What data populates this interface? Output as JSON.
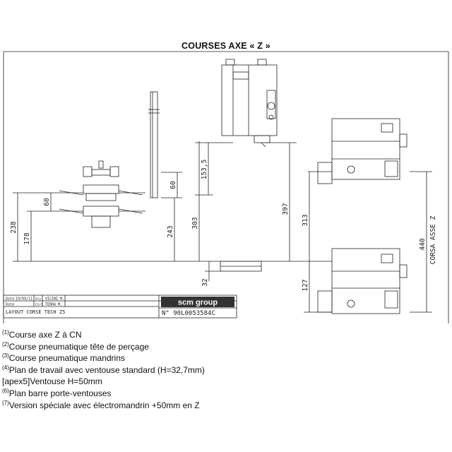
{
  "title": "COURSES AXE « Z »",
  "dimensions": {
    "d60_left": "60",
    "d238": "238",
    "d178": "178",
    "d60_mid": "60",
    "d243": "243",
    "d303": "303",
    "d153_5": "153,5",
    "d397": "397",
    "d32": "32",
    "d313": "313",
    "d127": "127",
    "d440": "440",
    "corsa": "CORSA ASSE Z"
  },
  "title_block": {
    "row1_label": "Data",
    "row1_date": "19/09/11",
    "row1_field": "Dis.",
    "row1_name": "VICINI M.",
    "row2_label": "Data",
    "row2_field": "Ctrl.",
    "row2_name": "TERRA M.",
    "logo": "scm group",
    "drawing_title": "LAYOUT CORSE TECH Z5",
    "drawing_number": "N° 90L0053584C"
  },
  "notes": [
    {
      "num": "(1)",
      "text": "Course axe Z à CN"
    },
    {
      "num": "(2)",
      "text": "Course pneumatique tête de perçage"
    },
    {
      "num": "(3)",
      "text": "Course pneumatique mandrins"
    },
    {
      "num": "(4)",
      "text": "Plan de travail avec ventouse standard (H=32,7mm)"
    },
    {
      "num": "",
      "text": "[apex5]Ventouse H=50mm"
    },
    {
      "num": "(6)",
      "text": "Plan barre porte-ventouses"
    },
    {
      "num": "(7)",
      "text": "Version spéciale avec électromandrin +50mm en Z"
    }
  ],
  "colors": {
    "ink": "#222222",
    "logo_bg": "#333333"
  }
}
